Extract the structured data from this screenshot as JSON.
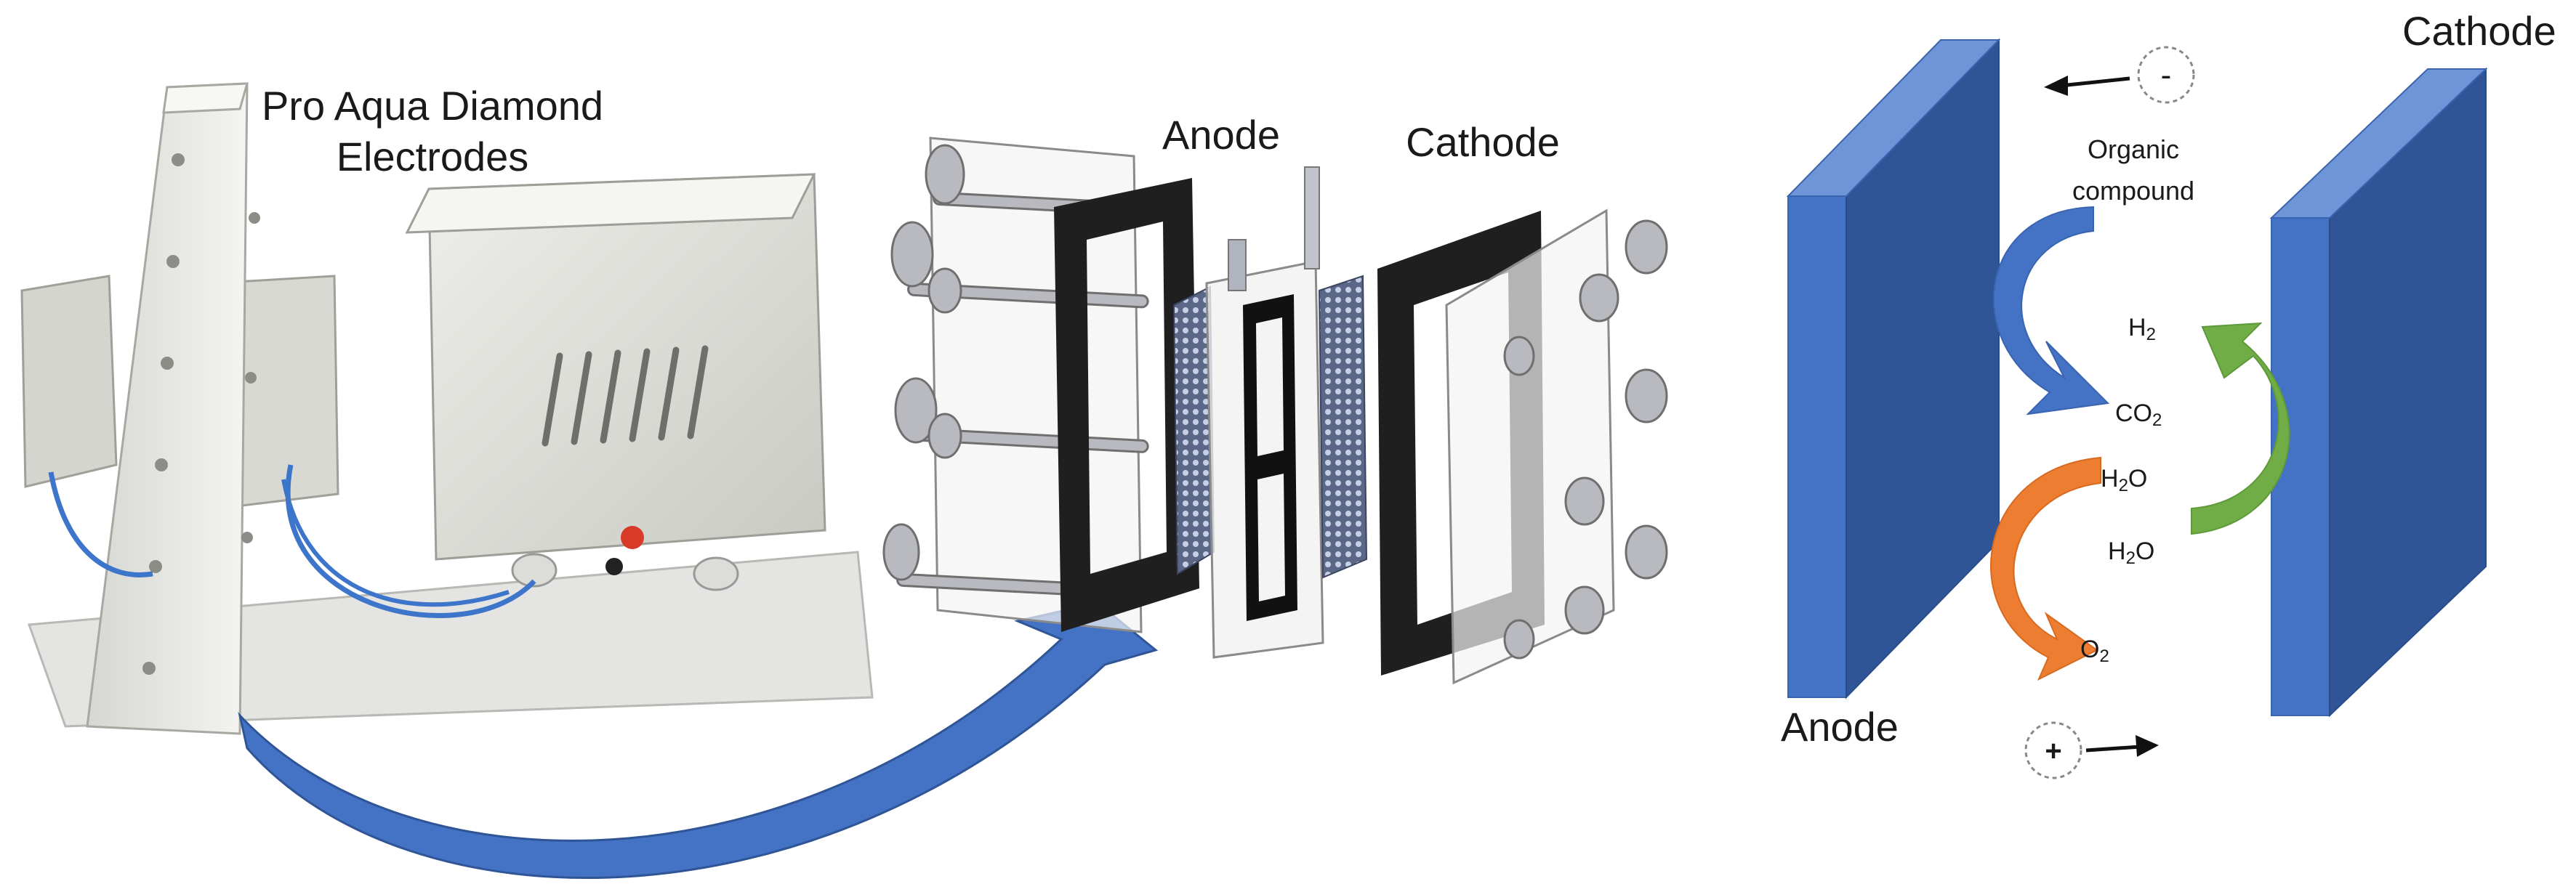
{
  "panel_device": {
    "label_line1": "Pro Aqua Diamond",
    "label_line2": "Electrodes"
  },
  "panel_exploded": {
    "anode_label": "Anode",
    "cathode_label": "Cathode"
  },
  "panel_mechanism": {
    "anode_label": "Anode",
    "cathode_label": "Cathode",
    "organic_line1": "Organic",
    "organic_line2": "compound",
    "species": {
      "h2": {
        "base": "H",
        "sub": "2",
        "tail": ""
      },
      "co2": {
        "base": "CO",
        "sub": "2",
        "tail": ""
      },
      "h2o_top": {
        "base": "H",
        "sub": "2",
        "tail": "O"
      },
      "h2o_bottom": {
        "base": "H",
        "sub": "2",
        "tail": "O"
      },
      "o2": {
        "base": "O",
        "sub": "2",
        "tail": ""
      }
    },
    "negative_sign": "-",
    "positive_sign": "+"
  },
  "colors": {
    "electrode_front": "#4472c4",
    "electrode_side": "#2f5597",
    "electrode_top": "#6f95d9",
    "arrow_blue": "#4472c4",
    "arrow_green": "#70ad47",
    "arrow_orange": "#ed7d31",
    "black_gasket": "#1f1f1f"
  }
}
